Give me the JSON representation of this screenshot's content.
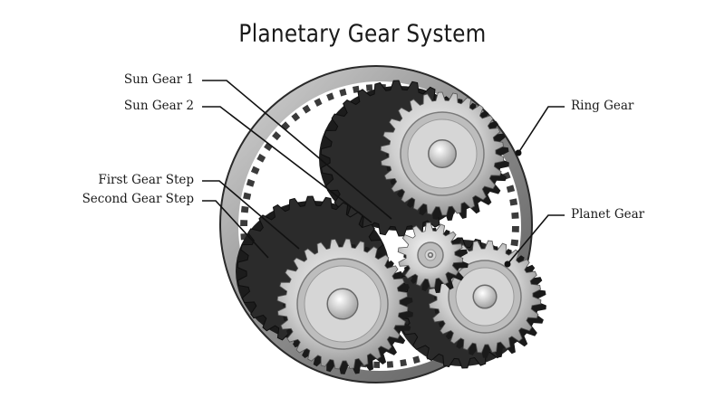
{
  "title": "Planetary Gear System",
  "labels": {
    "sun_gear_1": "Sun Gear 1",
    "sun_gear_2": "Sun Gear 2",
    "first_gear_step": "First Gear Step",
    "second_gear_step": "Second Gear Step",
    "ring_gear": "Ring Gear",
    "planet_gear": "Planet Gear"
  },
  "colors": {
    "metal_light": "#e6e6e6",
    "metal_mid": "#b4b4b4",
    "metal_dark": "#4a4a4a",
    "shadow": "#151515",
    "leader": "#111111"
  }
}
